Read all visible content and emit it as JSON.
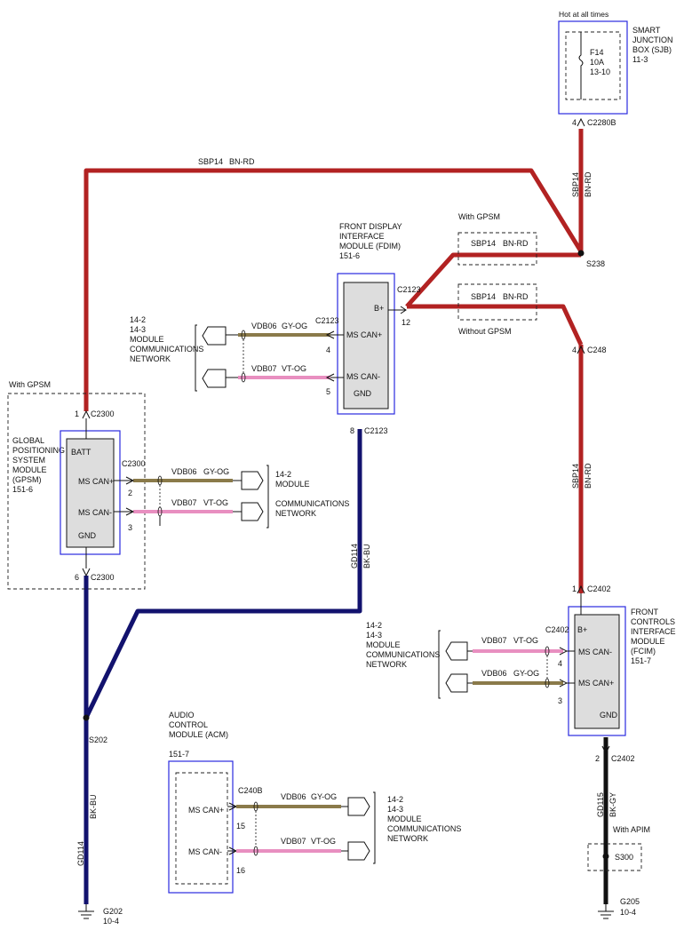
{
  "colors": {
    "power_wire": "#b22222",
    "ground_wire": "#12126e",
    "ground_wire_sjb": "#111111",
    "gy_og_wire": "#8a7a4a",
    "vt_og_wire": "#e88fc0",
    "module_fill": "#dddddd",
    "module_frame": "#2a2adf"
  },
  "sjb": {
    "hot_label": "Hot at all times",
    "fuse_name": "F14",
    "fuse_rating": "10A",
    "fuse_ref": "13-10",
    "title": [
      "SMART",
      "JUNCTION",
      "BOX (SJB)",
      "11-3"
    ],
    "pin": "4",
    "connector": "C2280B"
  },
  "top_wire": {
    "circuit": "SBP14",
    "color": "BN-RD"
  },
  "vert_wire_top": {
    "circuit": "SBP14",
    "color": "BN-RD"
  },
  "vert_wire_mid": {
    "circuit": "SBP14",
    "color": "BN-RD"
  },
  "splice_s238": "S238",
  "splice_s248": {
    "pin": "4",
    "connector": "C248"
  },
  "with_gpsm_branch": {
    "note": "With GPSM",
    "circuit": "SBP14",
    "color": "BN-RD"
  },
  "without_gpsm_branch": {
    "note": "Without GPSM",
    "circuit": "SBP14",
    "color": "BN-RD"
  },
  "fdim": {
    "title": [
      "FRONT DISPLAY",
      "INTERFACE",
      "MODULE (FDIM)",
      "151-6"
    ],
    "bplus": "B+",
    "bplus_connector": "C2123",
    "bplus_pin": "12",
    "can_hi": "MS CAN+",
    "can_lo": "MS CAN-",
    "gnd": "GND",
    "can_connector": "C2123",
    "can_hi_pin": "4",
    "can_lo_pin": "5",
    "gnd_pin": "8",
    "gnd_connector": "C2123",
    "net_ref": [
      "14-2",
      "14-3",
      "MODULE",
      "COMMUNICATIONS",
      "NETWORK"
    ],
    "wire_hi": {
      "circuit": "VDB06",
      "color": "GY-OG"
    },
    "wire_lo": {
      "circuit": "VDB07",
      "color": "VT-OG"
    }
  },
  "gpsm": {
    "with_note": "With GPSM",
    "title": [
      "GLOBAL",
      "POSITIONING",
      "SYSTEM",
      "MODULE",
      "(GPSM)",
      "151-6"
    ],
    "batt": "BATT",
    "can_hi": "MS CAN+",
    "can_lo": "MS CAN-",
    "gnd": "GND",
    "batt_pin": "1",
    "batt_connector": "C2300",
    "can_connector": "C2300",
    "can_hi_pin": "2",
    "can_lo_pin": "3",
    "gnd_pin": "6",
    "gnd_connector": "C2300",
    "net_ref": [
      "14-2",
      "MODULE",
      "COMMUNICATIONS",
      "NETWORK"
    ],
    "wire_hi": {
      "circuit": "VDB06",
      "color": "GY-OG"
    },
    "wire_lo": {
      "circuit": "VDB07",
      "color": "VT-OG"
    }
  },
  "gnd_wire_fdim": {
    "circuit": "GD114",
    "color": "BK-BU"
  },
  "gnd_wire_main": {
    "circuit": "GD114",
    "color": "BK-BU"
  },
  "splice_s202": "S202",
  "ground_g202": {
    "name": "G202",
    "ref": "10-4"
  },
  "fcim": {
    "title": [
      "FRONT",
      "CONTROLS",
      "INTERFACE",
      "MODULE",
      "(FCIM)",
      "151-7"
    ],
    "bplus": "B+",
    "bplus_pin": "1",
    "bplus_connector": "C2402",
    "can_lo": "MS CAN-",
    "can_hi": "MS CAN+",
    "gnd": "GND",
    "can_connector": "C2402",
    "can_lo_pin": "4",
    "can_hi_pin": "3",
    "gnd_pin": "2",
    "gnd_connector": "C2402",
    "net_ref": [
      "14-2",
      "14-3",
      "MODULE",
      "COMMUNICATIONS",
      "NETWORK"
    ],
    "wire_lo": {
      "circuit": "VDB07",
      "color": "VT-OG"
    },
    "wire_hi": {
      "circuit": "VDB06",
      "color": "GY-OG"
    }
  },
  "fcim_gnd_wire": {
    "circuit": "GD115",
    "color": "BK-GY"
  },
  "with_apim": "With APIM",
  "splice_s300": "S300",
  "ground_g205": {
    "name": "G205",
    "ref": "10-4"
  },
  "acm": {
    "title": [
      "AUDIO",
      "CONTROL",
      "MODULE (ACM)",
      "151-7"
    ],
    "can_hi": "MS CAN+",
    "can_lo": "MS CAN-",
    "can_connector": "C240B",
    "can_hi_pin": "15",
    "can_lo_pin": "16",
    "net_ref": [
      "14-2",
      "14-3",
      "MODULE",
      "COMMUNICATIONS",
      "NETWORK"
    ],
    "wire_hi": {
      "circuit": "VDB06",
      "color": "GY-OG"
    },
    "wire_lo": {
      "circuit": "VDB07",
      "color": "VT-OG"
    }
  }
}
